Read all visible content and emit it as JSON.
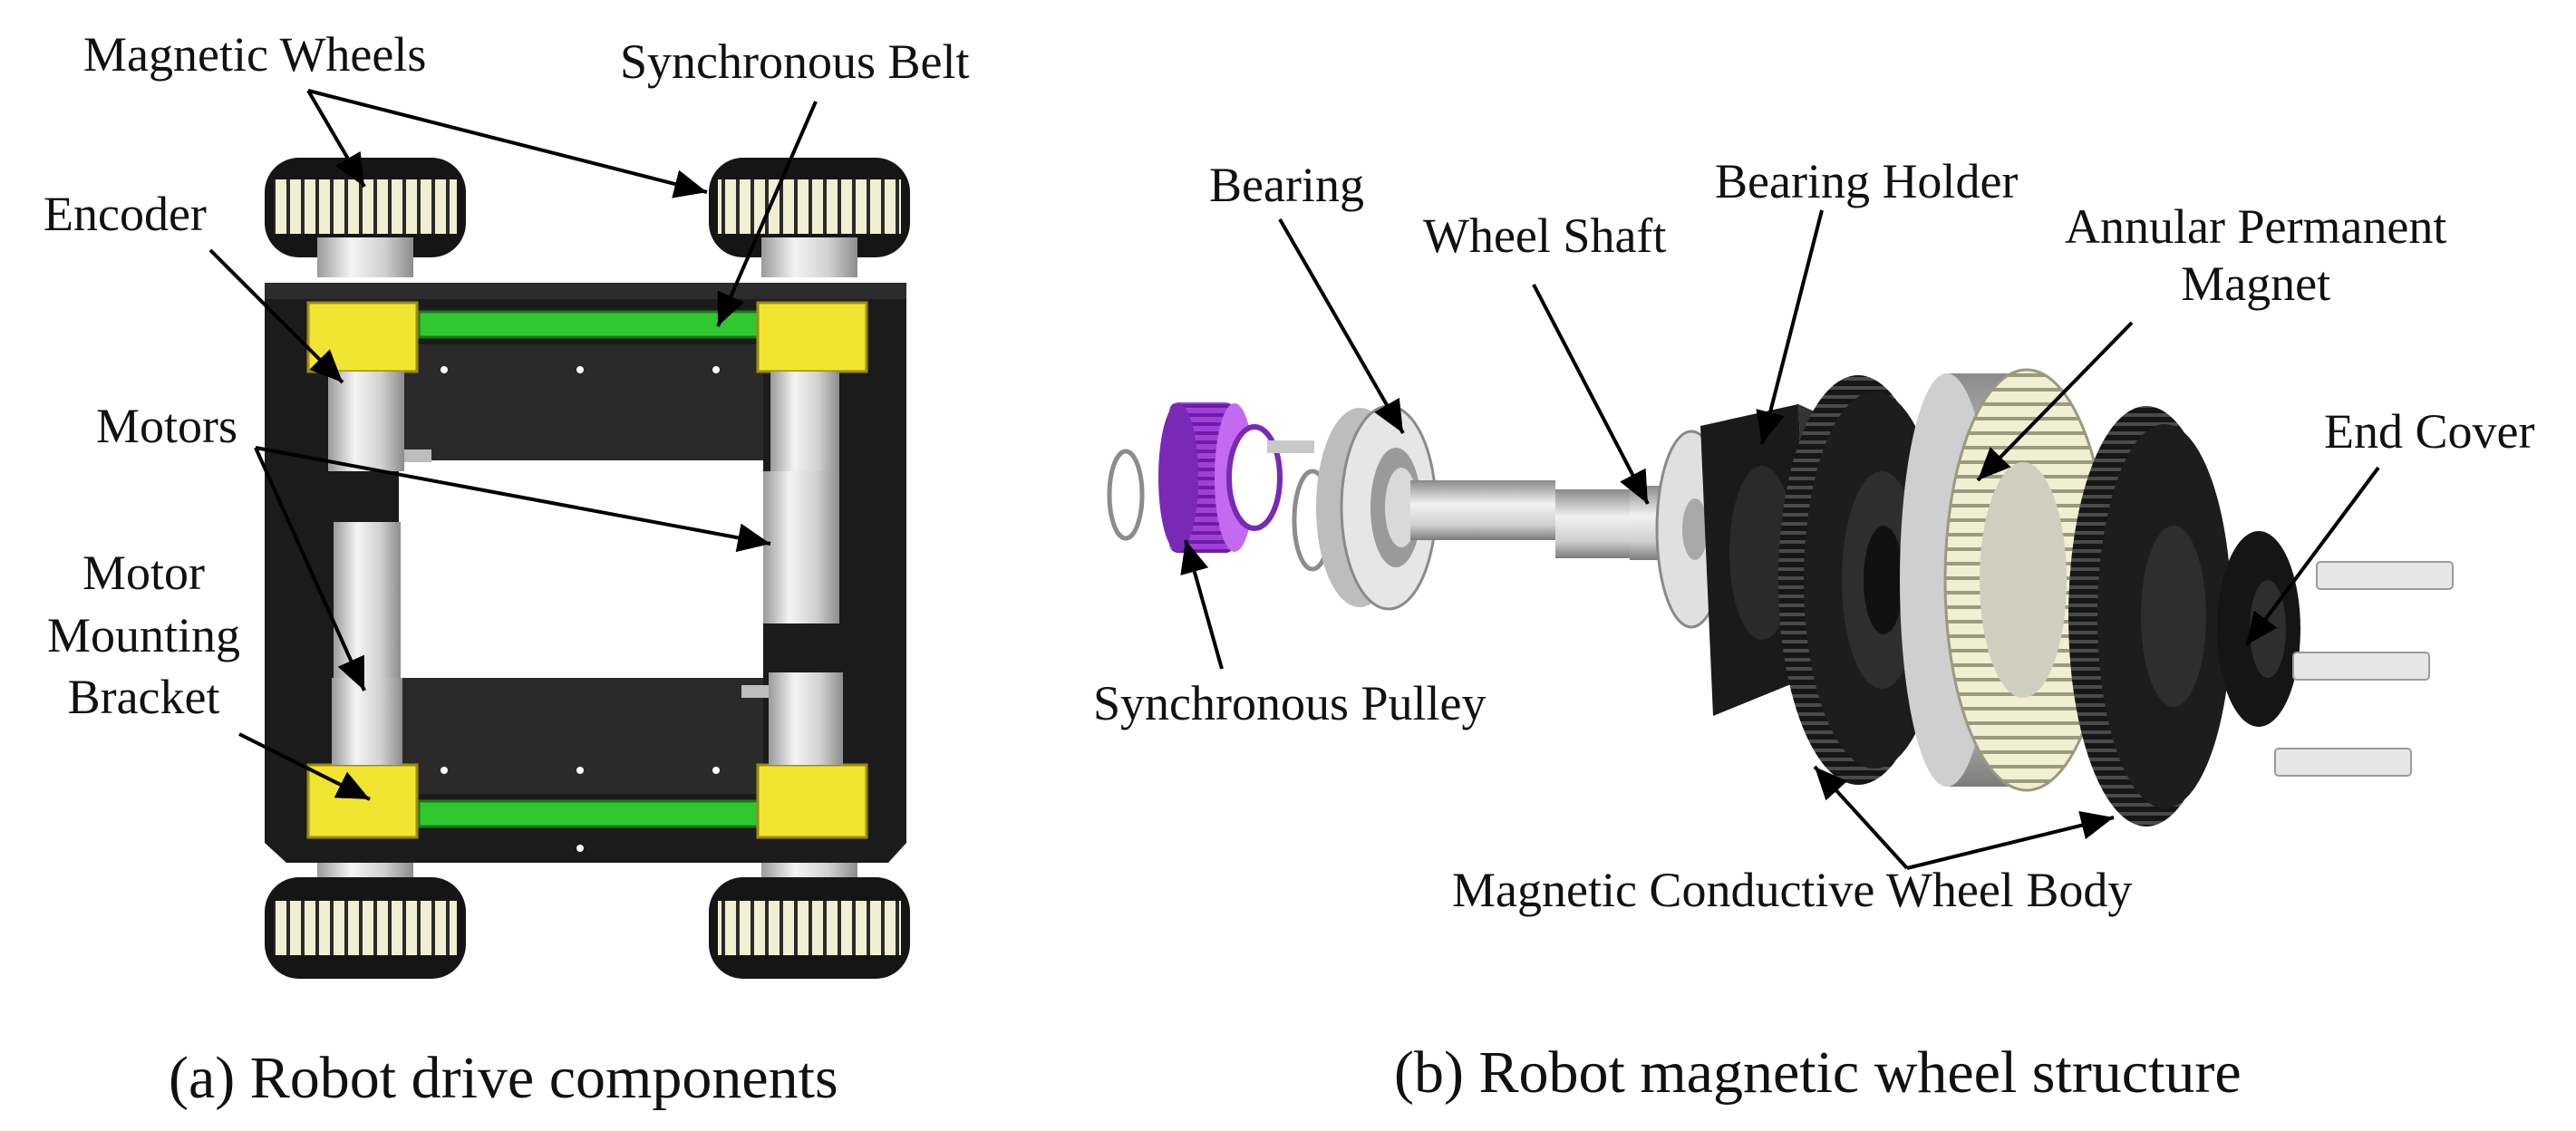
{
  "left_panel": {
    "caption": "(a)  Robot drive components",
    "labels": {
      "magnetic_wheels": "Magnetic Wheels",
      "synchronous_belt": "Synchronous Belt",
      "encoder": "Encoder",
      "motors": "Motors",
      "motor_mounting_bracket": [
        "Motor",
        "Mounting",
        "Bracket"
      ]
    }
  },
  "right_panel": {
    "caption": "(b)  Robot magnetic wheel structure",
    "labels": {
      "bearing": "Bearing",
      "wheel_shaft": "Wheel Shaft",
      "bearing_holder": "Bearing Holder",
      "annular_permanent_magnet": [
        "Annular Permanent",
        "Magnet"
      ],
      "end_cover": "End Cover",
      "synchronous_pulley": "Synchronous  Pulley",
      "magnetic_conductive_wheel_body": "Magnetic Conductive Wheel Body"
    }
  },
  "colors": {
    "chassis": "#1c1c1c",
    "bracket_yellow": "#f2e531",
    "belt_green": "#2fc82f",
    "pulley_purple": "#a23fdc",
    "metal": "#d9d9d9",
    "magnet_cream": "#f3f1d6"
  }
}
